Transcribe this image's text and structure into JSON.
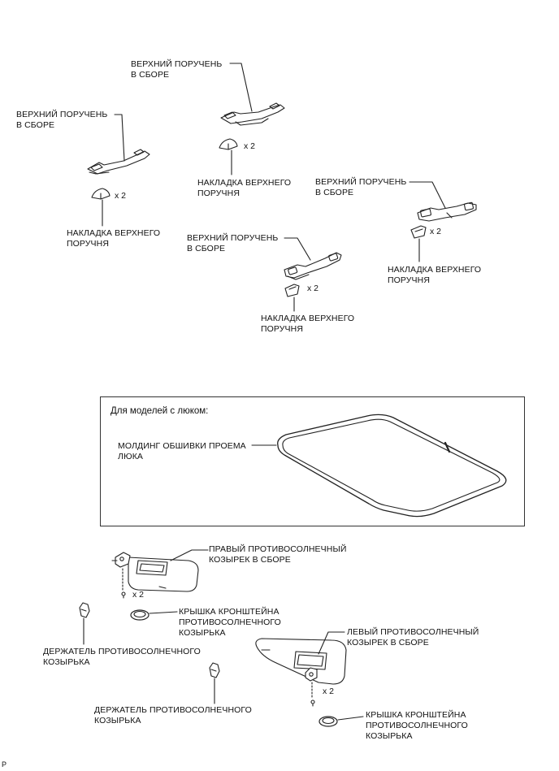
{
  "labels": {
    "upper_grip_assembly": "ВЕРХНИЙ ПОРУЧЕНЬ\nВ СБОРЕ",
    "upper_grip_cover": "НАКЛАДКА ВЕРХНЕГО\nПОРУЧНЯ",
    "quantity_x2": "x 2",
    "sunroof_box_title": "Для моделей с люком:",
    "sunroof_opening_trim_moulding": "МОЛДИНГ ОБШИВКИ ПРОЕМА\nЛЮКА",
    "right_visor_assembly": "ПРАВЫЙ ПРОТИВОСОЛНЕЧНЫЙ\nКОЗЫРЕК В СБОРЕ",
    "left_visor_assembly": "ЛЕВЫЙ ПРОТИВОСОЛНЕЧНЫЙ\nКОЗЫРЕК В СБОРЕ",
    "visor_bracket_cover": "КРЫШКА КРОНШТЕЙНА\nПРОТИВОСОЛНЕЧНОГО\nКОЗЫРЬКА",
    "visor_holder": "ДЕРЖАТЕЛЬ ПРОТИВОСОЛНЕЧНОГО\nКОЗЫРЬКА",
    "page_marker": "P"
  }
}
